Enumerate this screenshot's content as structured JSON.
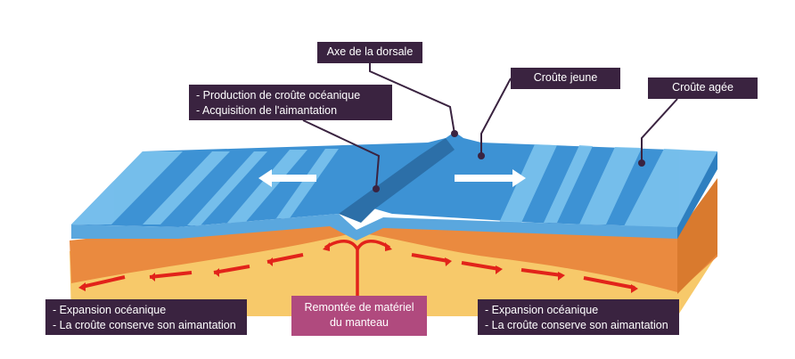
{
  "labels": {
    "axe_dorsale": "Axe de la dorsale",
    "production": [
      "- Production de croûte océanique",
      "- Acquisition de l'aimantation"
    ],
    "croute_jeune": "Croûte jeune",
    "croute_agee": "Croûte agée",
    "expansion_left": [
      "- Expansion océanique",
      "- La croûte conserve son aimantation"
    ],
    "expansion_right": [
      "- Expansion océanique",
      "- La croûte conserve son aimantation"
    ],
    "remontee": [
      "Remontée de matériel",
      "du manteau"
    ]
  },
  "colors": {
    "label_background": "#3a2340",
    "remontee_background": "#b04a7e",
    "ocean_light": "#6bb5e6",
    "ocean_dark": "#2e7fc0",
    "crust_orange": "#e8823a",
    "mantle_yellow": "#f7c96a",
    "arrow_red": "#e2231a",
    "arrow_white": "#ffffff"
  }
}
